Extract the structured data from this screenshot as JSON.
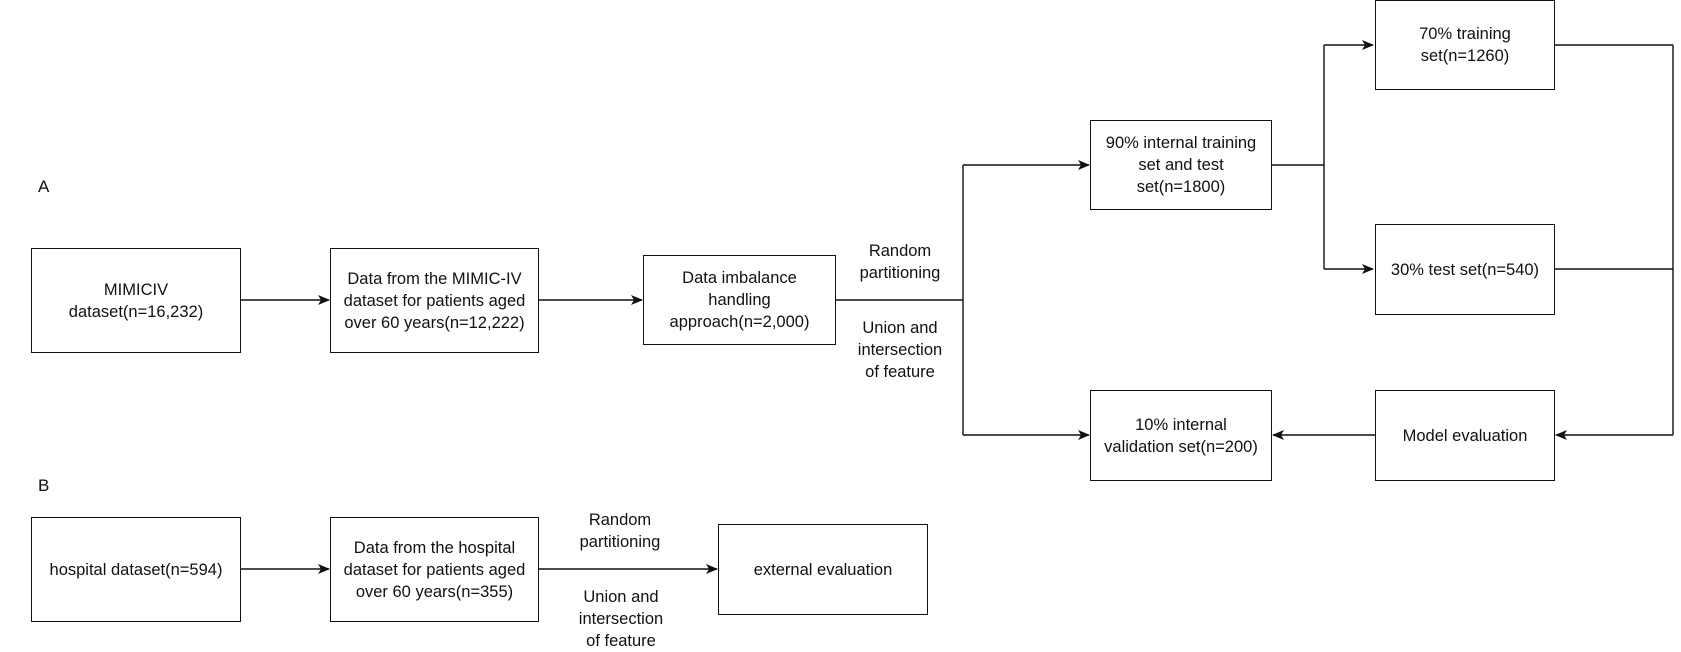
{
  "section_a": {
    "label": "A"
  },
  "section_b": {
    "label": "B"
  },
  "a": {
    "mimic": "MIMICIV\ndataset(n=16,232)",
    "aged": "Data from the MIMIC-IV\ndataset for patients aged\nover 60 years(n=12,222)",
    "imbalance": "Data imbalance\nhandling\napproach(n=2,000)",
    "random_label": "Random\npartitioning",
    "union_label": "Union and\nintersection\nof feature",
    "internal_train_test": "90% internal training\nset and test\nset(n=1800)",
    "training": "70% training\nset(n=1260)",
    "test": "30% test set(n=540)",
    "model_eval": "Model evaluation",
    "validation": "10% internal\nvalidation set(n=200)"
  },
  "b": {
    "hospital": "hospital dataset(n=594)",
    "aged": "Data from the hospital\ndataset for patients aged\nover 60 years(n=355)",
    "random_label": "Random\npartitioning",
    "union_label": "Union and\nintersection\nof feature",
    "external": "external evaluation"
  }
}
